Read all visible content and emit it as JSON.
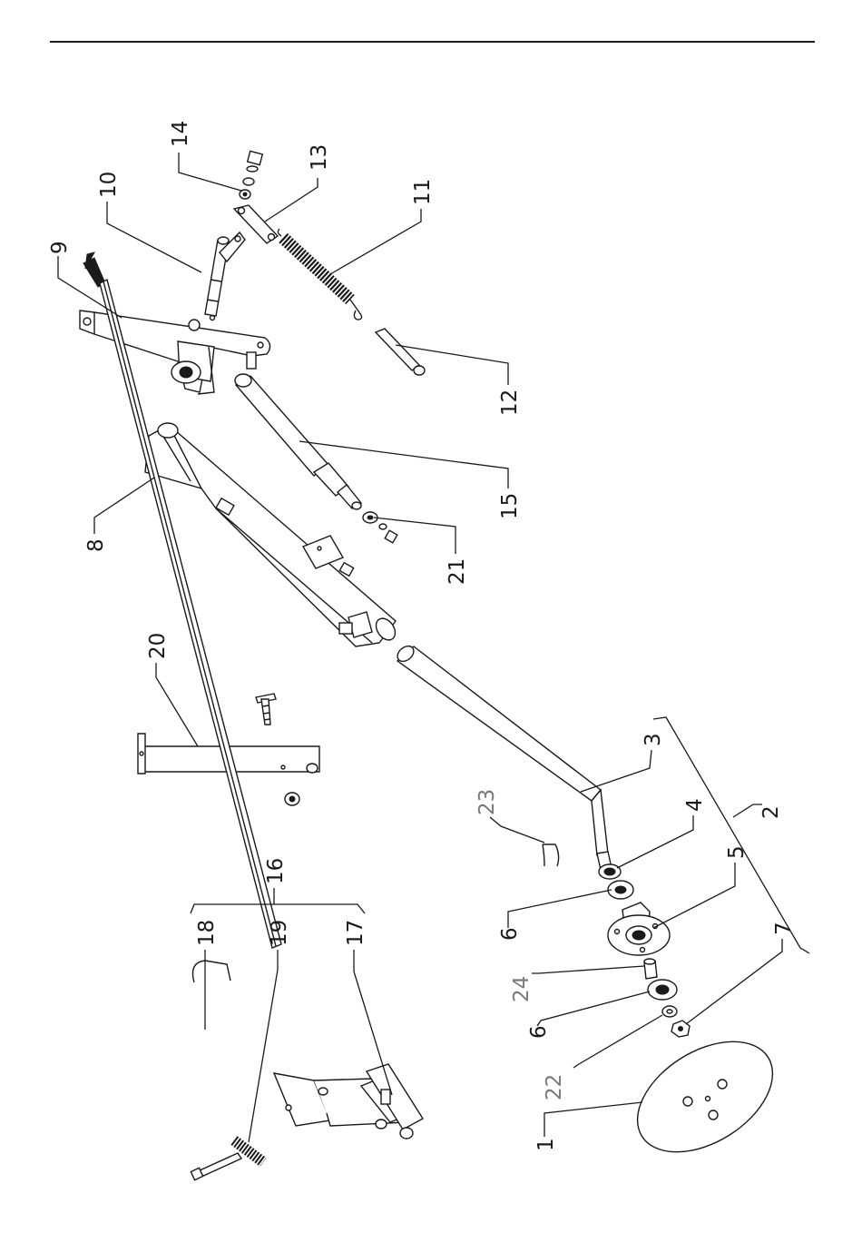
{
  "colors": {
    "ink": "#1a1a1a",
    "callout_gray": "#7a7a7a",
    "paper": "#ffffff"
  },
  "callouts": {
    "n1": "1",
    "n2": "2",
    "n3": "3",
    "n4": "4",
    "n5": "5",
    "n6a": "6",
    "n6b": "6",
    "n7": "7",
    "n8": "8",
    "n9": "9",
    "n10": "10",
    "n11": "11",
    "n12": "12",
    "n13": "13",
    "n14": "14",
    "n15": "15",
    "n16": "16",
    "n17": "17",
    "n18": "18",
    "n19": "19",
    "n20": "20",
    "n21": "21",
    "n22": "22",
    "n23": "23",
    "n24": "24"
  }
}
